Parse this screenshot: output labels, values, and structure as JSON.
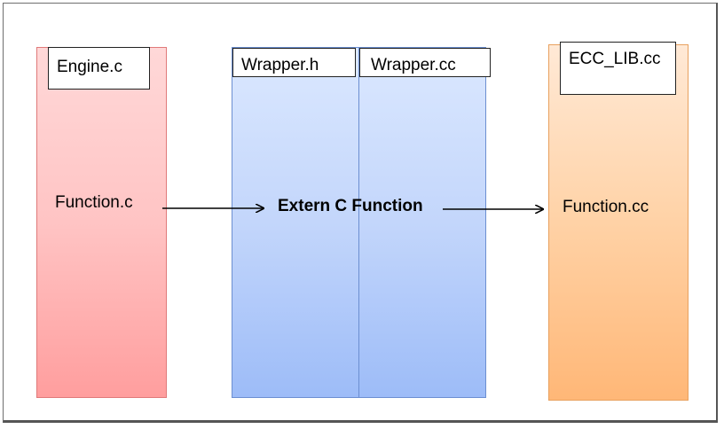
{
  "components": {
    "engine": {
      "title": "Engine.c",
      "function": "Function.c",
      "color": "#ffc4c4"
    },
    "wrapper_h": {
      "title": "Wrapper.h",
      "color": "#c3d6fb"
    },
    "wrapper_cc": {
      "title": "Wrapper.cc",
      "color": "#c3d6fb"
    },
    "wrapper": {
      "function": "Extern C Function"
    },
    "ecc_lib": {
      "title": "ECC_LIB.cc",
      "function": "Function.cc",
      "color": "#ffd2a6"
    }
  },
  "connections": [
    {
      "from": "Function.c",
      "to": "Extern C Function"
    },
    {
      "from": "Extern C Function",
      "to": "Function.cc"
    }
  ]
}
